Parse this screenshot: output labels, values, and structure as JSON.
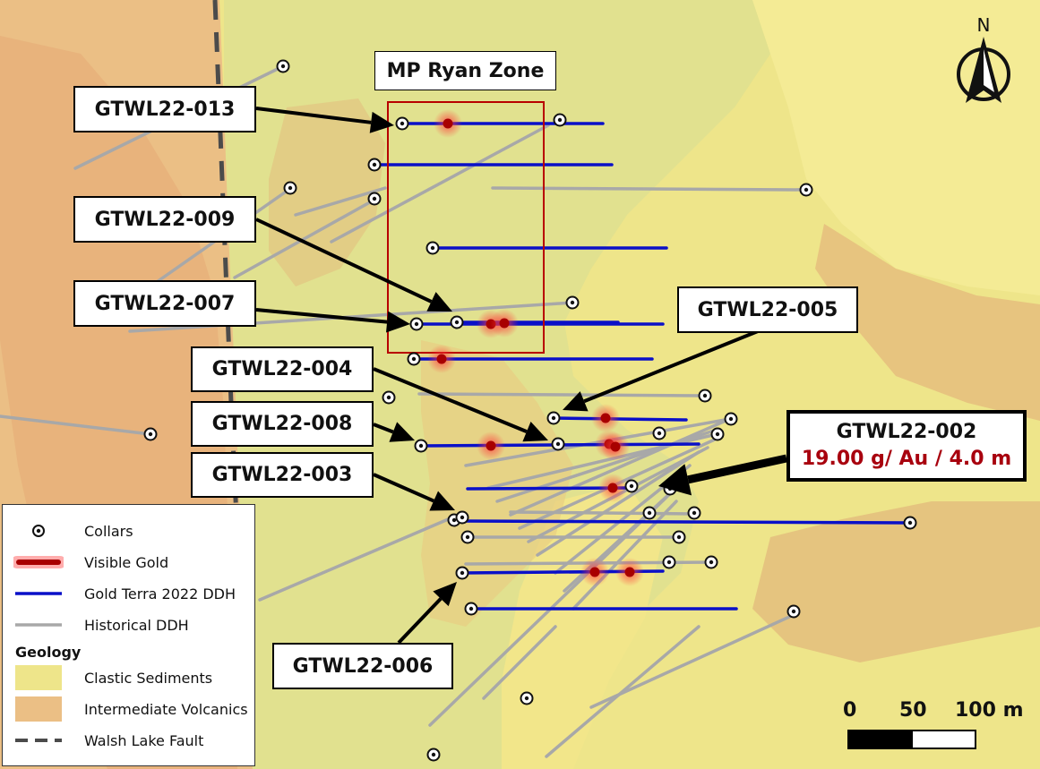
{
  "map": {
    "zone_label": "MP Ryan Zone",
    "north_label": "N",
    "colors": {
      "clastic_sediments": "#eee58a",
      "intermediate_volcanics": "#ebbf85",
      "drill_2022": "#0a10c8",
      "historical": "#a8a8a8",
      "visible_gold": "#a80000",
      "zone_box": "#b80000",
      "accent_red": "#a8000e"
    }
  },
  "hole_labels": {
    "h013": "GTWL22-013",
    "h009": "GTWL22-009",
    "h007": "GTWL22-007",
    "h005": "GTWL22-005",
    "h004": "GTWL22-004",
    "h008": "GTWL22-008",
    "h003": "GTWL22-003",
    "h002": "GTWL22-002",
    "h002_result": "19.00 g/ Au / 4.0 m",
    "h006": "GTWL22-006"
  },
  "legend": {
    "collars": "Collars",
    "visible_gold": "Visible Gold",
    "ddh_2022": "Gold Terra 2022 DDH",
    "historical": "Historical DDH",
    "geology_heading": "Geology",
    "clastic": "Clastic Sediments",
    "volcanics": "Intermediate Volcanics",
    "fault": "Walsh Lake Fault"
  },
  "scale": {
    "tick_0": "0",
    "tick_50": "50",
    "tick_100": "100 m"
  }
}
